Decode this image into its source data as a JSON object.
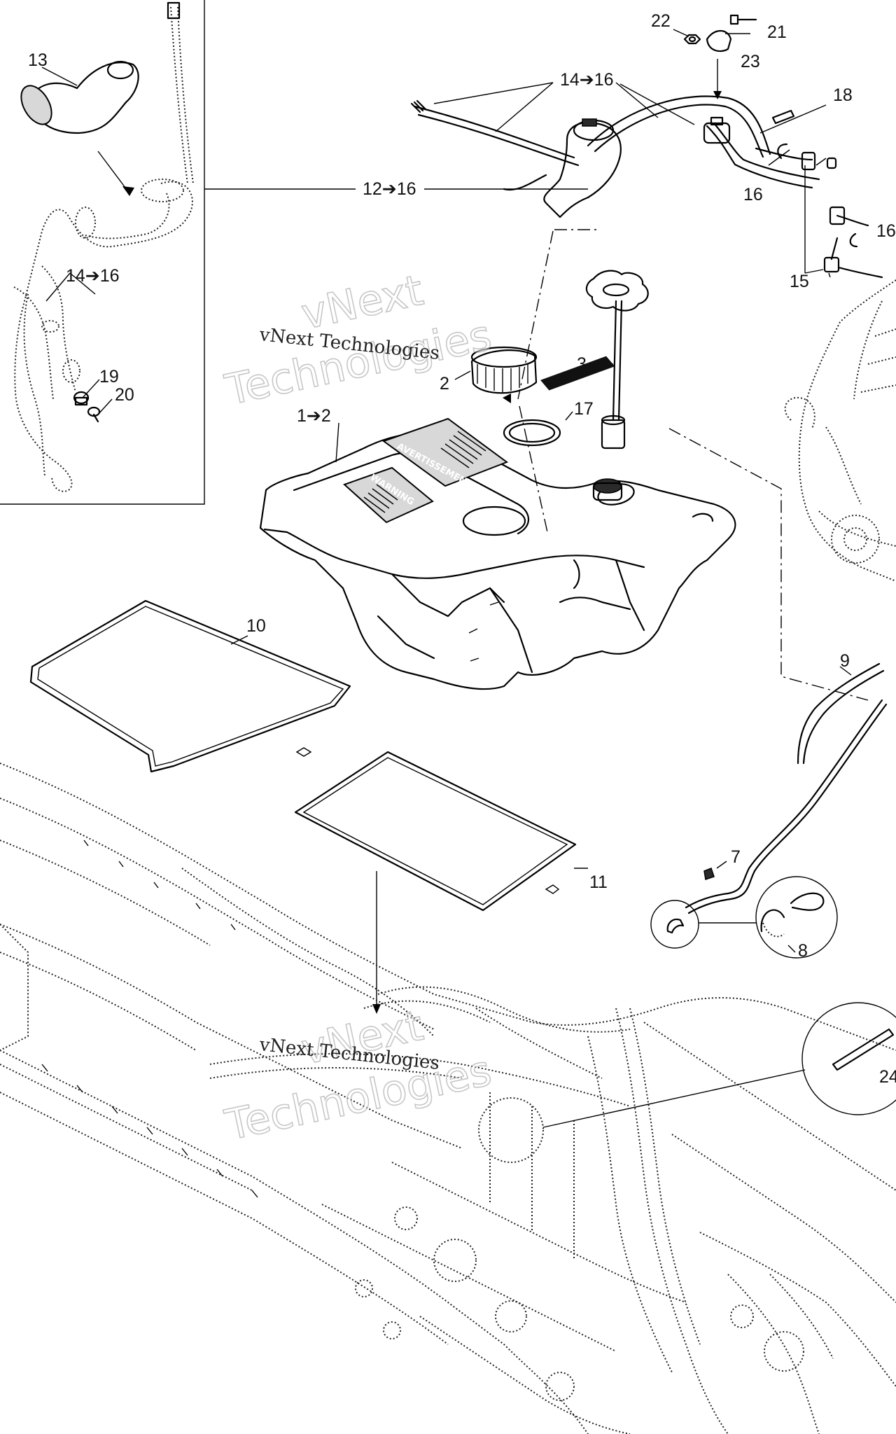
{
  "watermark": {
    "line_top": "vNext Technologies",
    "word_1": "vNext",
    "word_2": "Technologies"
  },
  "warning_labels": {
    "avertissement": "AVERTISSEMENT",
    "warning": "WARNING"
  },
  "callouts": {
    "c13": "13",
    "c14_16_top": "14➔16",
    "c12_16": "12➔16",
    "c14_16_left": "14➔16",
    "c19": "19",
    "c20": "20",
    "c22": "22",
    "c21": "21",
    "c23": "23",
    "c18": "18",
    "c16_a": "16",
    "c16_b": "16",
    "c15": "15",
    "c3": "3",
    "c2": "2",
    "c1_2": "1➔2",
    "c17": "17",
    "c10": "10",
    "c9": "9",
    "c11": "11",
    "c7": "7",
    "c8": "8",
    "c24": "24"
  }
}
